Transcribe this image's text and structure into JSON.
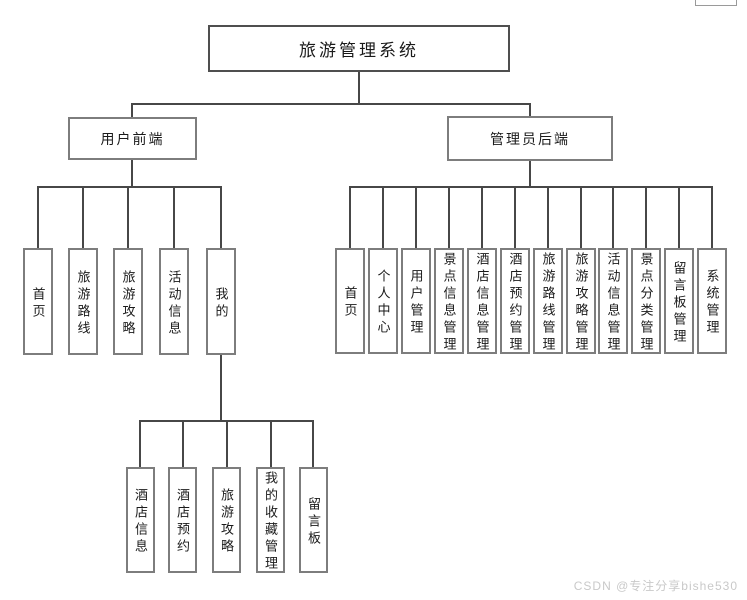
{
  "diagram": {
    "root": {
      "label": "旅游管理系统"
    },
    "branches": {
      "user": {
        "label": "用户前端",
        "children": [
          {
            "label": "首页"
          },
          {
            "label": "旅游路线"
          },
          {
            "label": "旅游攻略"
          },
          {
            "label": "活动信息"
          },
          {
            "label": "我的",
            "children": [
              {
                "label": "酒店信息"
              },
              {
                "label": "酒店预约"
              },
              {
                "label": "旅游攻略"
              },
              {
                "label": "我的收藏管理"
              },
              {
                "label": "留言板"
              }
            ]
          }
        ]
      },
      "admin": {
        "label": "管理员后端",
        "children": [
          {
            "label": "首页"
          },
          {
            "label": "个人中心"
          },
          {
            "label": "用户管理"
          },
          {
            "label": "景点信息管理"
          },
          {
            "label": "酒店信息管理"
          },
          {
            "label": "酒店预约管理"
          },
          {
            "label": "旅游路线管理"
          },
          {
            "label": "旅游攻略管理"
          },
          {
            "label": "活动信息管理"
          },
          {
            "label": "景点分类管理"
          },
          {
            "label": "留言板管理"
          },
          {
            "label": "系统管理"
          }
        ]
      }
    }
  },
  "watermark": {
    "text": "CSDN @专注分享bishe530",
    "color": "#c9c9c9"
  },
  "colors": {
    "background": "#ffffff",
    "line": "#474747",
    "box_border": "#7d7d7d",
    "text": "#1a1a1a"
  }
}
